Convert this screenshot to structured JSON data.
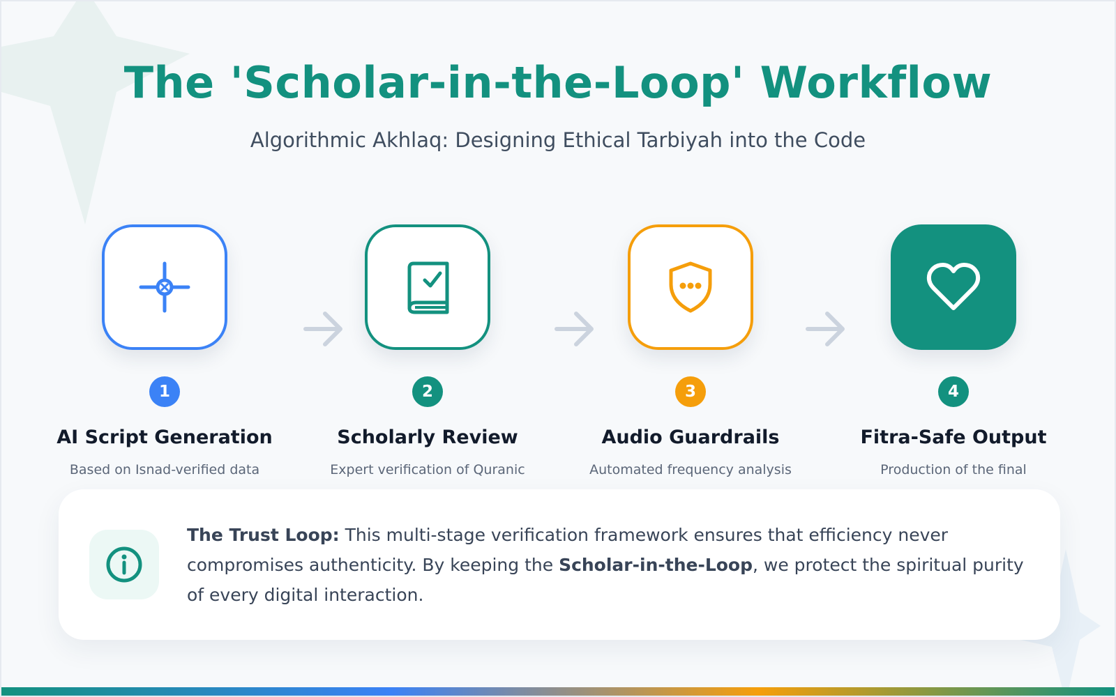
{
  "header": {
    "title": "The 'Scholar-in-the-Loop' Workflow",
    "subtitle": "Algorithmic Akhlaq: Designing Ethical Tarbiyah into the Code"
  },
  "steps": [
    {
      "number": "1",
      "title": "AI Script Generation",
      "description": "Based on Isnad-verified data",
      "icon": "crosshair-icon",
      "color": "#3b82f6"
    },
    {
      "number": "2",
      "title": "Scholarly Review",
      "description": "Expert verification of Quranic",
      "icon": "book-check-icon",
      "color": "#13917f"
    },
    {
      "number": "3",
      "title": "Audio Guardrails",
      "description": "Automated frequency analysis",
      "icon": "shield-dots-icon",
      "color": "#f59e0b"
    },
    {
      "number": "4",
      "title": "Fitra-Safe Output",
      "description": "Production of the final",
      "icon": "heart-icon",
      "color": "#13917f"
    }
  ],
  "info": {
    "label": "The Trust Loop:",
    "text_1": " This multi-stage verification framework ensures that efficiency never compromises authenticity. By keeping the ",
    "emphasis": "Scholar-in-the-Loop",
    "text_2": ", we protect the spiritual purity of every digital interaction.",
    "icon": "info-icon"
  },
  "colors": {
    "teal": "#13917f",
    "blue": "#3b82f6",
    "amber": "#f59e0b",
    "background": "#f7f9fb"
  }
}
